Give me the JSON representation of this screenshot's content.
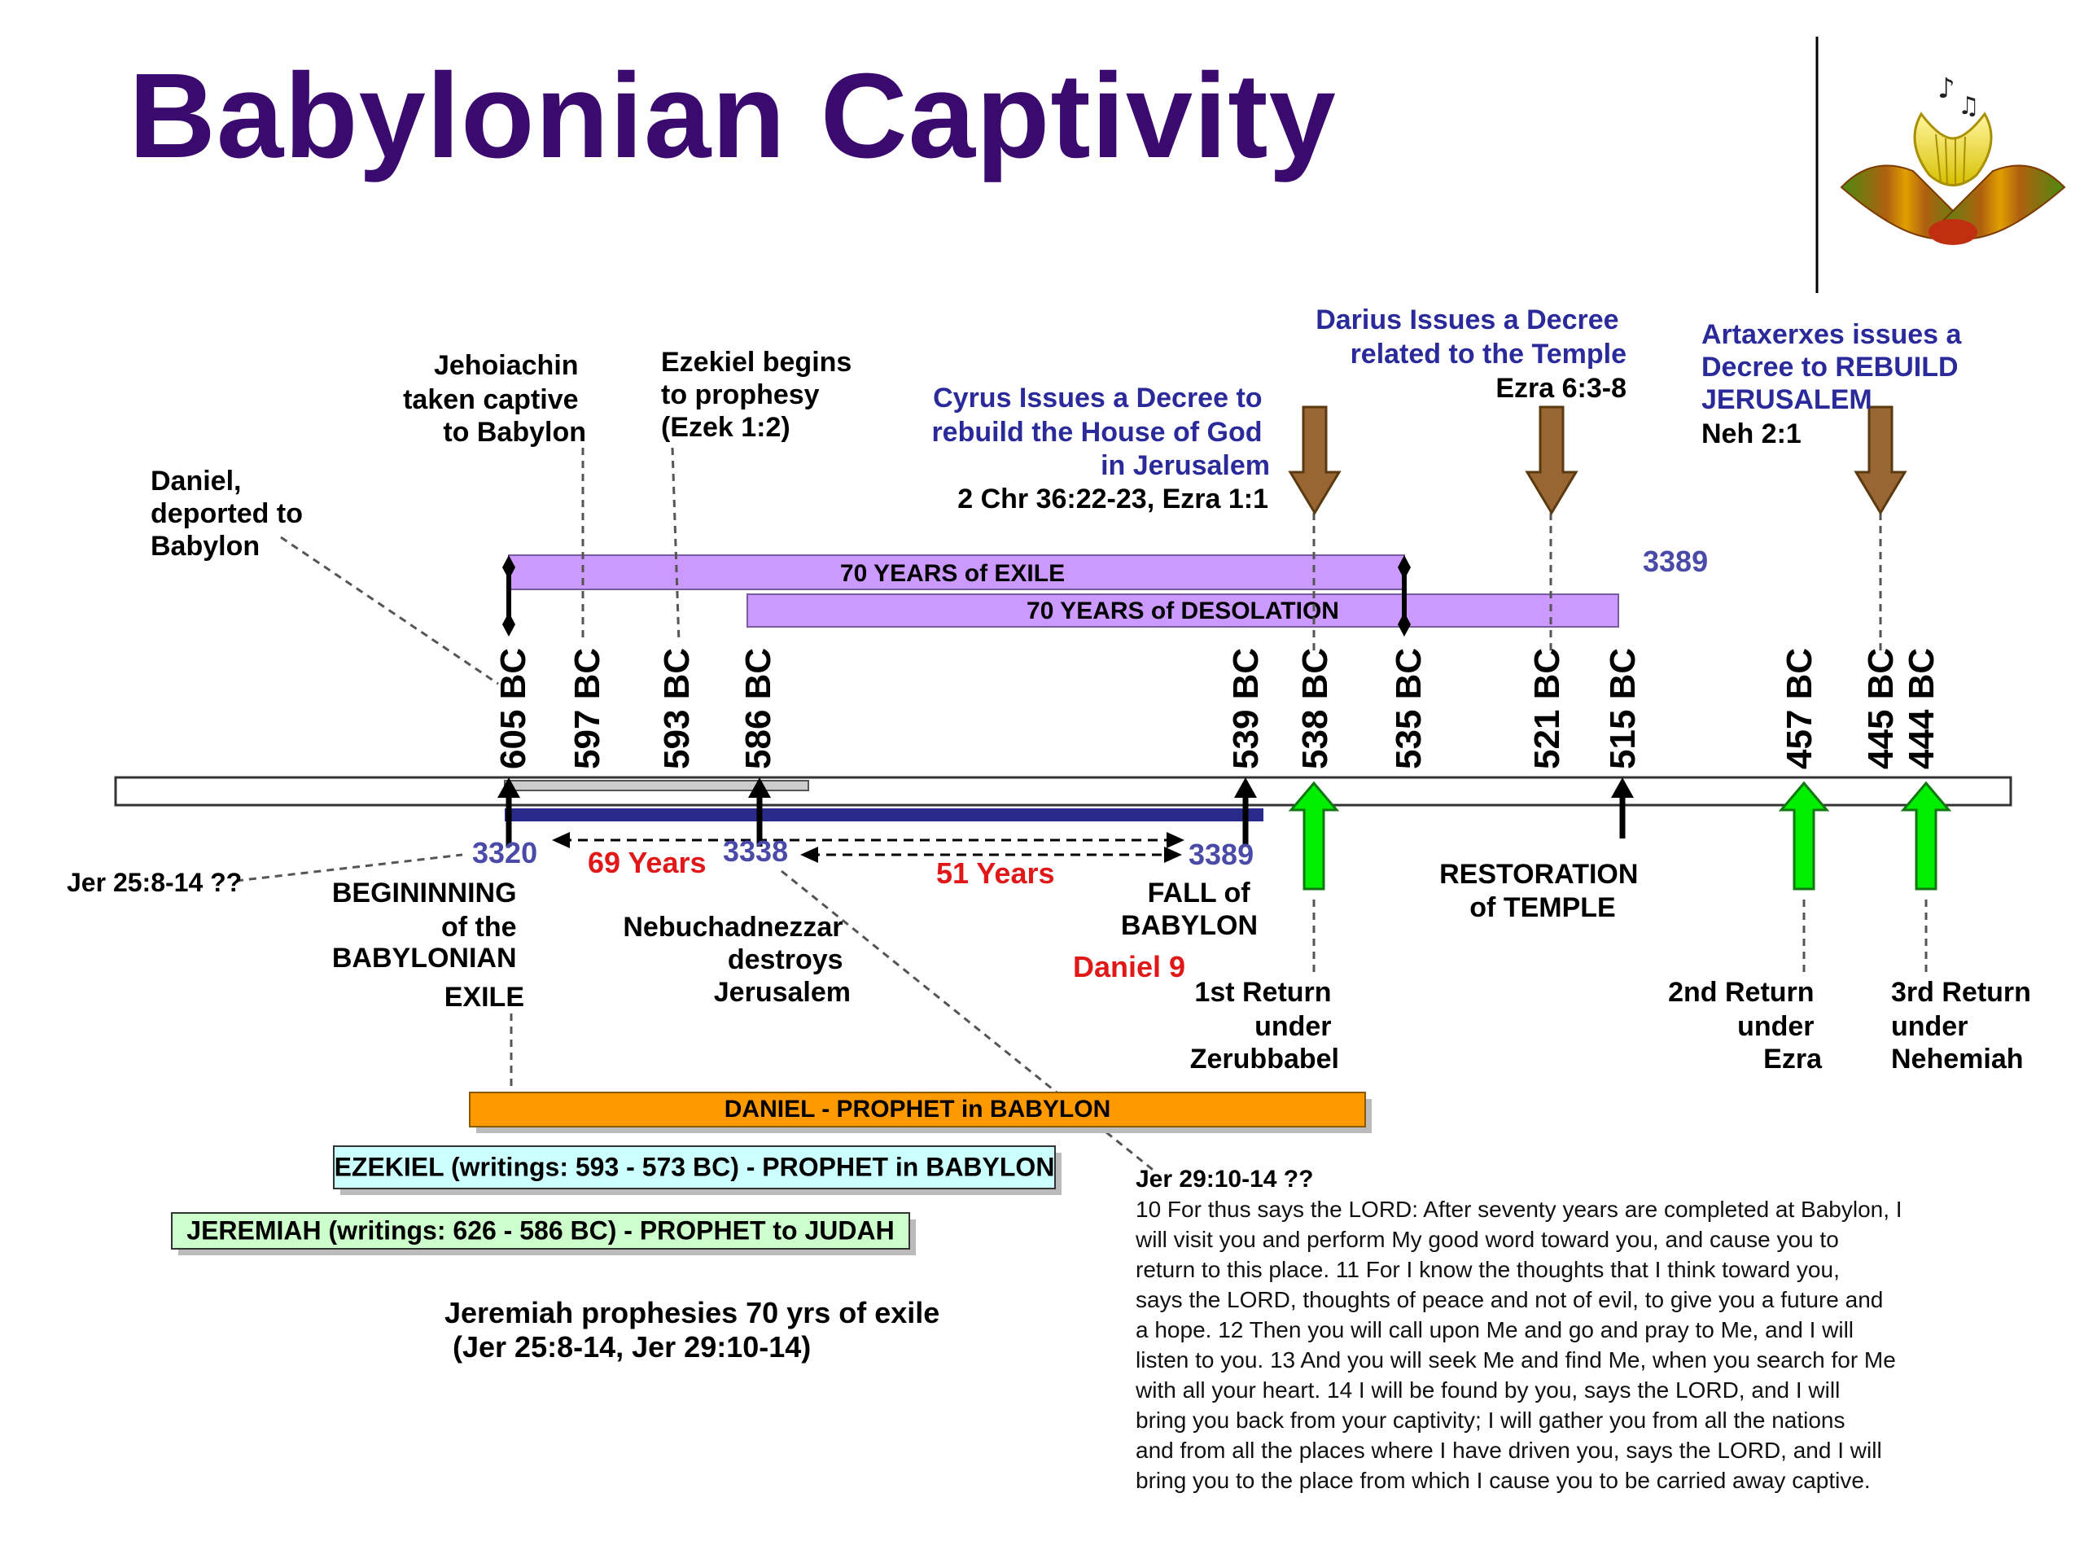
{
  "title": "Babylonian Captivity",
  "years": [
    "605 BC",
    "597 BC",
    "593 BC",
    "586 BC",
    "539 BC",
    "538 BC",
    "535 BC",
    "521 BC",
    "515 BC",
    "457 BC",
    "445 BC",
    "444 BC"
  ],
  "bars": {
    "exile": "70 YEARS of EXILE",
    "desolation": "70 YEARS of DESOLATION",
    "daniel": "DANIEL  - PROPHET in BABYLON",
    "ezekiel": "EZEKIEL (writings: 593 - 573 BC) - PROPHET in BABYLON",
    "jeremiah": "JEREMIAH (writings: 626 - 586 BC) - PROPHET to JUDAH"
  },
  "numbers": {
    "n3320": "3320",
    "n3338": "3338",
    "n3389a": "3389",
    "n3389b": "3389"
  },
  "spans": {
    "y69": "69 Years",
    "y51": "51 Years"
  },
  "events": {
    "daniel_deported": [
      "Daniel,",
      "deported to",
      "Babylon"
    ],
    "jehoiachin": [
      "Jehoiachin",
      "taken captive",
      "to Babylon"
    ],
    "ezekiel_begins": [
      "Ezekiel begins",
      "to prophesy",
      "(Ezek 1:2)"
    ],
    "cyrus": [
      "Cyrus Issues a Decree to",
      "rebuild the House of God",
      "in Jerusalem"
    ],
    "cyrus_ref": "2 Chr 36:22-23, Ezra 1:1",
    "darius": [
      "Darius Issues a Decree",
      "related to the Temple"
    ],
    "darius_ref": "Ezra 6:3-8",
    "artaxerxes": [
      "Artaxerxes issues a",
      "Decree to REBUILD",
      "JERUSALEM"
    ],
    "artaxerxes_ref": "Neh 2:1",
    "jer_ref": "Jer 25:8-14 ??",
    "beginning": [
      "BEGININNING",
      "of the",
      "BABYLONIAN",
      "EXILE"
    ],
    "nebuchadnezzar": [
      "Nebuchadnezzar",
      "destroys",
      "Jerusalem"
    ],
    "fall": [
      "FALL of",
      "BABYLON"
    ],
    "daniel9": "Daniel 9",
    "return1": [
      "1st Return",
      "under",
      "Zerubbabel"
    ],
    "restoration": [
      "RESTORATION",
      "of TEMPLE"
    ],
    "return2": [
      "2nd Return",
      "under",
      "Ezra"
    ],
    "return3": [
      "3rd Return",
      "under",
      "Nehemiah"
    ],
    "jeremiah_prophesies": [
      "Jeremiah prophesies 70 yrs of exile",
      "(Jer 25:8-14, Jer 29:10-14)"
    ]
  },
  "verse": {
    "heading": "Jer 29:10-14 ??",
    "lines": [
      "10 For thus says the LORD: After seventy years are completed at Babylon, I",
      "will visit you and perform My good word toward you, and cause you to",
      "return to this place. 11 For I know the thoughts that I think toward you,",
      "says the LORD, thoughts of peace and not of evil, to give you a future and",
      "a hope. 12 Then you will call upon Me and go and pray to Me, and I will",
      "listen to you. 13 And you will seek Me and find Me, when you search for Me",
      "with all your heart. 14 I will be found by you, says the LORD, and I will",
      "bring you back from your captivity; I will gather you from all the nations",
      "and from all the places where I have driven you, says the LORD, and I will",
      "bring you to the place from which I cause you to be carried away captive."
    ]
  },
  "colors": {
    "title": "#3a0a6e",
    "exile_bar": "#cc99ff",
    "daniel_bar": "#ff9900",
    "ezekiel_bar": "#ccffff",
    "jeremiah_bar": "#ccffcc",
    "return_arrow": "#00ee00",
    "decree_arrow": "#996633",
    "blue_label": "#2a2a9a",
    "red_label": "#e01818"
  },
  "icons": [
    "lyre-logo-icon",
    "decree-arrow-icon",
    "return-arrow-icon"
  ]
}
